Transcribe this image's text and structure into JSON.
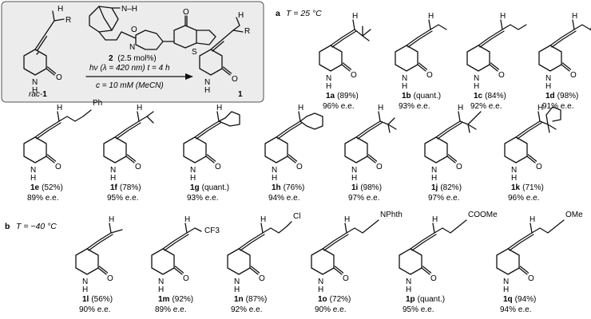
{
  "scheme": {
    "catalyst_label": "2",
    "catalyst_loading": "(2.5 mol%)",
    "nh_label": "N–H",
    "catalyst_o": "O",
    "catalyst_n": "N",
    "catalyst_s": "S",
    "catalyst_ketone_o": "O",
    "conditions_line1": "hν (λ = 420 nm) t = 4 h",
    "conditions_line2": "c = 10 mM (MeCN)",
    "substrate_prefix": "rac-",
    "substrate_label": "1",
    "product_label": "1",
    "r_label": "R",
    "h_label": "H",
    "n_label": "N",
    "o_label": "O",
    "nh_ring": "N",
    "h_ring": "H"
  },
  "panel_a": {
    "letter": "a",
    "condition": "T = 25 °C"
  },
  "panel_b": {
    "letter": "b",
    "condition": "T = −40 °C"
  },
  "compounds": [
    {
      "id": "1a",
      "yield": "(89%)",
      "ee": "96% e.e."
    },
    {
      "id": "1b",
      "yield": "(quant.)",
      "ee": "93% e.e."
    },
    {
      "id": "1c",
      "yield": "(84%)",
      "ee": "92% e.e."
    },
    {
      "id": "1d",
      "yield": "(98%)",
      "ee": "91% e.e."
    },
    {
      "id": "1e",
      "yield": "(52%)",
      "ee": "89% e.e.",
      "group": "Ph"
    },
    {
      "id": "1f",
      "yield": "(78%)",
      "ee": "95% e.e."
    },
    {
      "id": "1g",
      "yield": "(quant.)",
      "ee": "93% e.e."
    },
    {
      "id": "1h",
      "yield": "(76%)",
      "ee": "94% e.e."
    },
    {
      "id": "1i",
      "yield": "(98%)",
      "ee": "97% e.e."
    },
    {
      "id": "1j",
      "yield": "(82%)",
      "ee": "97% e.e."
    },
    {
      "id": "1k",
      "yield": "(71%)",
      "ee": "96% e.e."
    },
    {
      "id": "1l",
      "yield": "(56%)",
      "ee": "90% e.e."
    },
    {
      "id": "1m",
      "yield": "(92%)",
      "ee": "89% e.e.",
      "group": "CF3"
    },
    {
      "id": "1n",
      "yield": "(87%)",
      "ee": "92% e.e.",
      "group": "Cl"
    },
    {
      "id": "1o",
      "yield": "(72%)",
      "ee": "90% e.e.",
      "group": "NPhth"
    },
    {
      "id": "1p",
      "yield": "(quant.)",
      "ee": "95% e.e.",
      "group": "COOMe"
    },
    {
      "id": "1q",
      "yield": "(94%)",
      "ee": "94% e.e.",
      "group": "OMe"
    }
  ]
}
